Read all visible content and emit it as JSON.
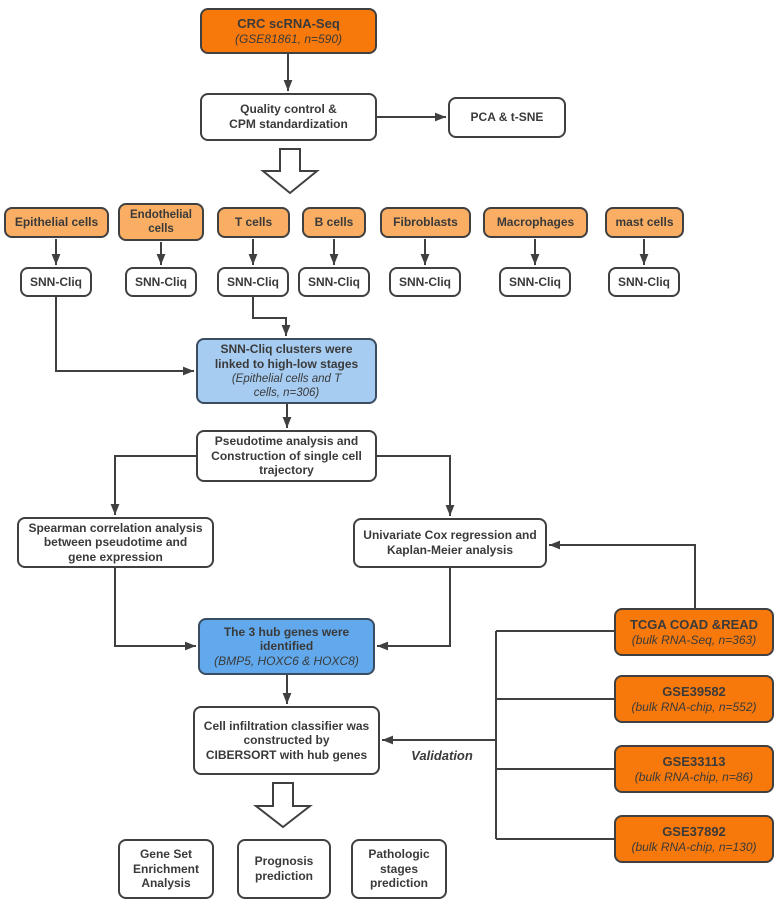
{
  "colors": {
    "dark_orange": "#f8790b",
    "light_orange": "#f9ae63",
    "light_blue": "#a6ccf1",
    "medium_blue": "#61a9ec",
    "line_color": "#404040",
    "border_color": "#404040",
    "blue_border": "#3a4c60",
    "text_color": "#3a3a3a"
  },
  "nodes": {
    "crc": {
      "title": "CRC scRNA-Seq",
      "subtitle": "(GSE81861, n=590)"
    },
    "qc": {
      "label": "Quality control &\nCPM standardization"
    },
    "pca": {
      "label": "PCA & t-SNE"
    },
    "snn": {
      "label": "SNN-Cliq"
    },
    "cells": [
      {
        "label": "Epithelial cells"
      },
      {
        "label": "Endothelial\ncells"
      },
      {
        "label": "T cells"
      },
      {
        "label": "B cells"
      },
      {
        "label": "Fibroblasts"
      },
      {
        "label": "Macrophages"
      },
      {
        "label": "mast cells"
      }
    ],
    "cluster_stage": {
      "title": "SNN-Cliq clusters were\nlinked to high-low stages",
      "subtitle": "(Epithelial cells and T\ncells, n=306)"
    },
    "pseudotime": {
      "label": "Pseudotime analysis and\nConstruction of single cell\ntrajectory"
    },
    "spearman": {
      "label": "Spearman correlation analysis\nbetween pseudotime and\ngene expression"
    },
    "cox": {
      "label": "Univariate Cox regression and\nKaplan-Meier analysis"
    },
    "hub_genes": {
      "title": "The 3 hub genes were\nidentified",
      "subtitle": "(BMP5, HOXC6 & HOXC8)"
    },
    "cibersort": {
      "label": "Cell infiltration classifier was\nconstructed by\nCIBERSORT with hub genes"
    },
    "gsea": {
      "label": "Gene Set\nEnrichment\nAnalysis"
    },
    "prognosis": {
      "label": "Prognosis\nprediction"
    },
    "pathologic": {
      "label": "Pathologic\nstages\nprediction"
    },
    "validation_sets": [
      {
        "title": "TCGA COAD &READ",
        "subtitle": "(bulk RNA-Seq, n=363)"
      },
      {
        "title": "GSE39582",
        "subtitle": "(bulk RNA-chip, n=552)"
      },
      {
        "title": "GSE33113",
        "subtitle": "(bulk RNA-chip, n=86)"
      },
      {
        "title": "GSE37892",
        "subtitle": "(bulk RNA-chip, n=130)"
      }
    ],
    "validation_label": "Validation"
  }
}
